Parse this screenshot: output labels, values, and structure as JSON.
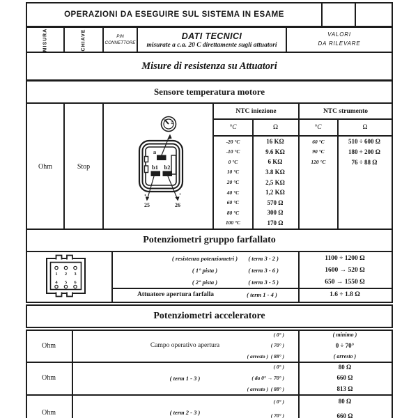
{
  "page_title": "OPERAZIONI DA ESEGUIRE SUL SISTEMA IN ESAME",
  "columns_header": {
    "misura": "MISURA",
    "chiave": "CHIAVE",
    "pin_line1": "PIN",
    "pin_line2": "CONNETTORE",
    "dati_tecnici": "DATI TECNICI",
    "dati_tecnici_note": "misurate a c.a. 20 C direttamente sugli attuatori",
    "valori_line1": "VALORI",
    "valori_line2": "DA RILEVARE"
  },
  "section_resistenza": {
    "title": "Misure di resistenza su Attuatori"
  },
  "sensore_temperatura": {
    "title": "Sensore temperatura motore",
    "misura": "Ohm",
    "chiave": "Stop",
    "connector": {
      "pin_a": "a",
      "pin_b1": "b1",
      "pin_b2": "b2",
      "ref_b1": "25",
      "ref_b2": "26"
    },
    "ntc_iniezione": {
      "title": "NTC iniezione",
      "col_temp": "°C",
      "col_res": "Ω",
      "rows": [
        {
          "temp": "-20 °C",
          "res": "16 KΩ"
        },
        {
          "temp": "-10 °C",
          "res": "9.6 KΩ"
        },
        {
          "temp": "0 °C",
          "res": "6 KΩ"
        },
        {
          "temp": "10 °C",
          "res": "3.8 KΩ"
        },
        {
          "temp": "20 °C",
          "res": "2,5 KΩ"
        },
        {
          "temp": "40 °C",
          "res": "1,2 KΩ"
        },
        {
          "temp": "60 °C",
          "res": "570 Ω"
        },
        {
          "temp": "80 °C",
          "res": "300 Ω"
        },
        {
          "temp": "100 °C",
          "res": "170 Ω"
        }
      ]
    },
    "ntc_strumento": {
      "title": "NTC strumento",
      "col_temp": "°C",
      "col_res": "Ω",
      "rows": [
        {
          "temp": "60 °C",
          "res": "510 ÷ 600 Ω"
        },
        {
          "temp": "90 °C",
          "res": "180 ÷ 200 Ω"
        },
        {
          "temp": "120 °C",
          "res": "76 ÷ 88 Ω"
        }
      ]
    }
  },
  "potenziometri_farfallato": {
    "title": "Potenziometri gruppo farfallato",
    "connector_pins": [
      "1",
      "2",
      "3",
      "4",
      "5",
      "6"
    ],
    "rows": [
      {
        "label": "( resistenza potenziometri )",
        "term": "( term 3 - 2 )",
        "value": "1100 ÷ 1200 Ω"
      },
      {
        "label": "( 1° pista )",
        "term": "( term 3 - 6 )",
        "value": "1600 → 520 Ω"
      },
      {
        "label": "( 2° pista )",
        "term": "( term 3 - 5 )",
        "value": "650 → 1550 Ω"
      }
    ],
    "attuatore_row": {
      "label": "Attuatore apertura farfalla",
      "term": "( term 1 - 4 )",
      "value": "1.6 ÷ 1.8 Ω"
    }
  },
  "potenziometri_acceleratore": {
    "title": "Potenziometri acceleratore",
    "rows": [
      {
        "misura": "Ohm",
        "label": "Campo operativo apertura",
        "angles": [
          "( 0° )",
          "( 70° )",
          "( arresto )  ( 88° )"
        ],
        "values": [
          "( minimo )",
          "0 ÷ 70°",
          "( arresto )"
        ]
      },
      {
        "misura": "Ohm",
        "label": "( term 1 - 3 )",
        "angles": [
          "( 0° )",
          "( da 0° → 70° )",
          "( arresto )  ( 88° )"
        ],
        "values": [
          "80 Ω",
          "660 Ω",
          "813 Ω"
        ]
      },
      {
        "misura": "Ohm",
        "label": "( term 2 - 3 )",
        "angles": [
          "( 0° )",
          "( 70° )"
        ],
        "values": [
          "80 Ω",
          "660 Ω"
        ]
      }
    ]
  }
}
